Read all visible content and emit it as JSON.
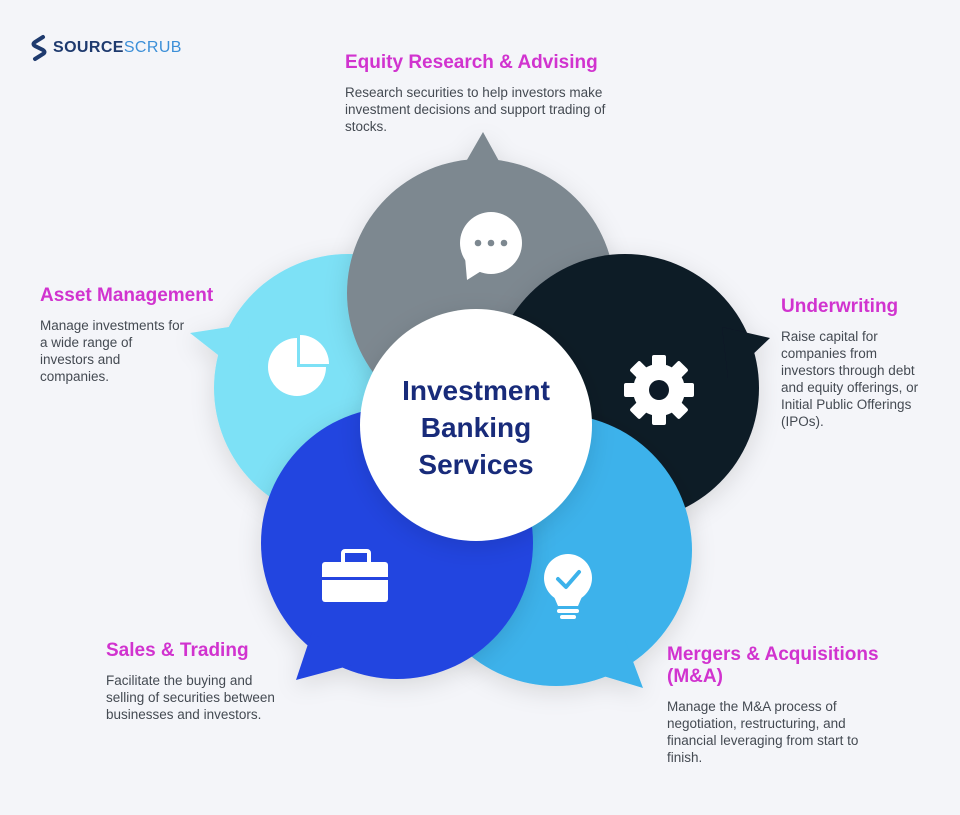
{
  "brand": {
    "part1": "SOURCE",
    "part2": "SCRUB"
  },
  "center": {
    "line1": "Investment",
    "line2": "Banking",
    "line3": "Services"
  },
  "services": {
    "equity": {
      "title": "Equity Research & Advising",
      "desc": "Research securities to help investors make investment decisions and support trading of stocks.",
      "color": "#7d8890",
      "icon": "chat-bubble-icon"
    },
    "asset": {
      "title": "Asset Management",
      "desc": "Manage investments for a wide range of investors and companies.",
      "color": "#7de1f6",
      "icon": "pie-chart-icon"
    },
    "underwriting": {
      "title": "Underwriting",
      "desc": "Raise capital for companies from investors through debt and equity offerings, or Initial Public Offerings (IPOs).",
      "color": "#0d1a27",
      "icon": "gear-icon"
    },
    "sales": {
      "title": "Sales & Trading",
      "desc": "Facilitate the buying and selling of securities between businesses and investors.",
      "color": "#2444e0",
      "icon": "briefcase-icon"
    },
    "mergers": {
      "title": "Mergers & Acquisitions (M&A)",
      "desc": "Manage the M&A process of negotiation, restructuring, and financial leveraging from start to finish.",
      "color": "#3cb2eb",
      "icon": "lightbulb-check-icon"
    }
  }
}
